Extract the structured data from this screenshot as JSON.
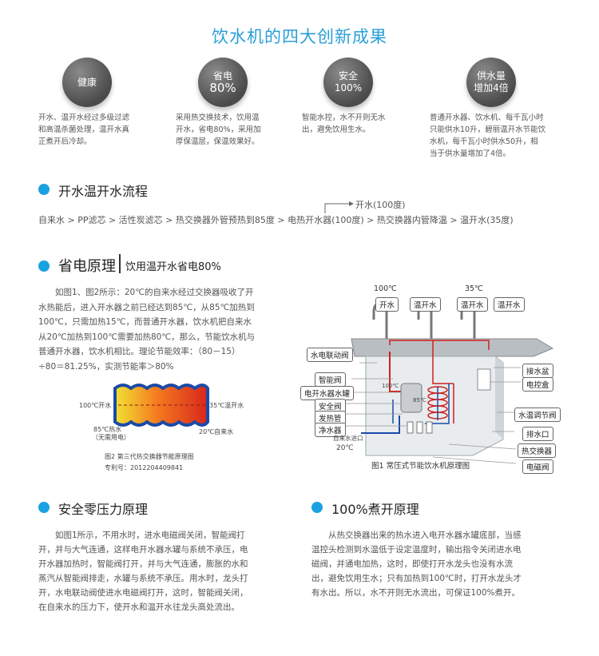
{
  "title": "饮水机的四大创新成果",
  "features": [
    {
      "icon_text": "健康",
      "icon_sub": "",
      "desc": [
        "开水、温开水经过多级过滤",
        "和高温杀菌处理，温开水真",
        "正煮开后冷却。"
      ]
    },
    {
      "icon_text": "省电",
      "icon_sub": "80%",
      "desc": [
        "采用热交换技术，饮用温",
        "开水，省电80%，采用加",
        "厚保温层，保温效果好。"
      ]
    },
    {
      "icon_text": "安全",
      "icon_sub": "100%",
      "desc": [
        "智能水控，水不开则无水",
        "出，避免饮用生水。"
      ]
    },
    {
      "icon_text": "供水量",
      "icon_sub": "增加4倍",
      "desc": [
        "普通开水器、饮水机、每千瓦小时",
        "只能供水10升，碧丽温开水节能饮",
        "水机，每千瓦小时供水50升，相",
        "当于供水量增加了4倍。"
      ]
    }
  ],
  "flow_section": {
    "title": "开水温开水流程",
    "branch": "开水(100度)",
    "flow": "自来水 > PP滤芯 > 活性炭滤芯 > 热交换器外管预热到85度 > 电热开水器(100度) > 热交换器内管降温 > 温开水(35度)"
  },
  "energy_section": {
    "title": "省电原理",
    "subtitle": "饮用温开水省电80%",
    "paragraph": [
      "　　如图1、图2所示：20℃的自来水经过交换器吸收了开",
      "水热能后，进入开水器之前已经达到85℃，从85℃加热到",
      "100℃，只需加热15℃，而普通开水器，饮水机把自来水",
      "从20℃加热到100℃需要加热80℃，那么，节能饮水机与",
      "普通开水器，饮水机相比。理论节能效率：（80－15）",
      "÷80＝81.25%，实测节能率＞80%"
    ],
    "fig2": {
      "label_100": "100℃开水",
      "label_35": "35℃温开水",
      "label_85": "85℃热水",
      "label_85_note": "（无需用电）",
      "label_20": "20℃自来水",
      "caption": "图2 第三代热交换器节能原理图",
      "patent": "专利号：2012204409841"
    },
    "fig1": {
      "temp_100": "100℃",
      "temp_35": "35℃",
      "taps": [
        "开水",
        "温开水",
        "温开水",
        "温开水"
      ],
      "left_labels": [
        "水电联动阀",
        "智能阀",
        "电开水器水罐",
        "安全阀",
        "发热管",
        "净水器"
      ],
      "right_labels": [
        "接水盆",
        "电控盒",
        "水温调节阀",
        "排水口",
        "热交换器",
        "电磁阀"
      ],
      "inner_100": "100℃",
      "inner_85": "85℃",
      "inlet": "自来水进口",
      "inlet_temp": "20℃",
      "caption": "图1 常压式节能饮水机原理图"
    }
  },
  "safety_section": {
    "title": "安全零压力原理",
    "paragraph": [
      "　　如图1所示，不用水时，进水电磁阀关闭，智能阀打",
      "开，并与大气连通，这样电开水器水罐与系统不承压，电",
      "开水器加热时，智能阀打开，并与大气连通，膨胀的水和",
      "蒸汽从智能阀排走，水罐与系统不承压。用水时，龙头打",
      "开，水电联动阀使进水电磁阀打开，这时，智能阀关闭，",
      "在自来水的压力下，使开水和温开水往龙头高处流出。"
    ]
  },
  "boil_section": {
    "title": "100%煮开原理",
    "paragraph": [
      "　　从热交换器出来的热水进入电开水器水罐底部，当感",
      "温控头检测到水温低于设定温度时，输出指令关闭进水电",
      "磁阀，并通电加热，这时，即使打开水龙头也没有水流",
      "出，避免饮用生水；只有加热到100℃时，打开水龙头才",
      "有水出。所以，水不开则无水流出，可保证100%煮开。"
    ]
  }
}
